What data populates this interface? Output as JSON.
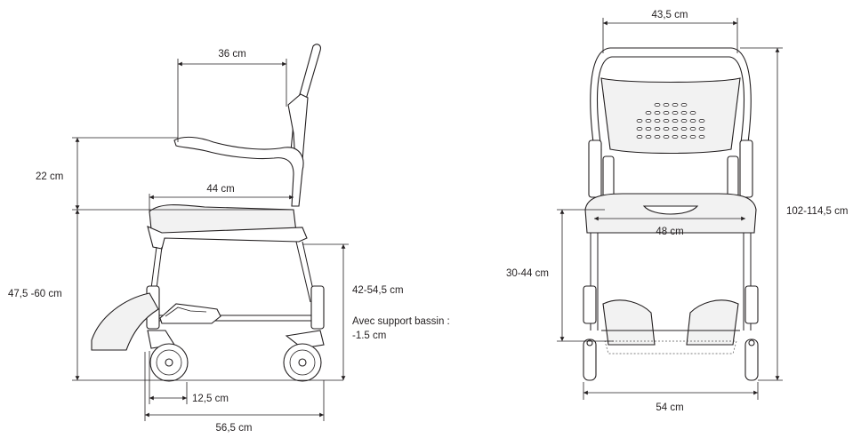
{
  "side_view": {
    "backrest_to_armrest_depth": "36 cm",
    "armrest_height_above_seat": "22 cm",
    "seat_depth": "44 cm",
    "seat_height": "47,5 -60 cm",
    "seat_height_pan": "42-54,5 cm",
    "bedpan_note_line1": "Avec support bassin :",
    "bedpan_note_line2": "-1.5 cm",
    "front_offset": "12,5 cm",
    "overall_depth": "56,5 cm"
  },
  "front_view": {
    "backrest_width": "43,5 cm",
    "seat_width": "48 cm",
    "seat_to_footrest": "30-44 cm",
    "overall_height": "102-114,5 cm",
    "overall_width": "54 cm"
  }
}
